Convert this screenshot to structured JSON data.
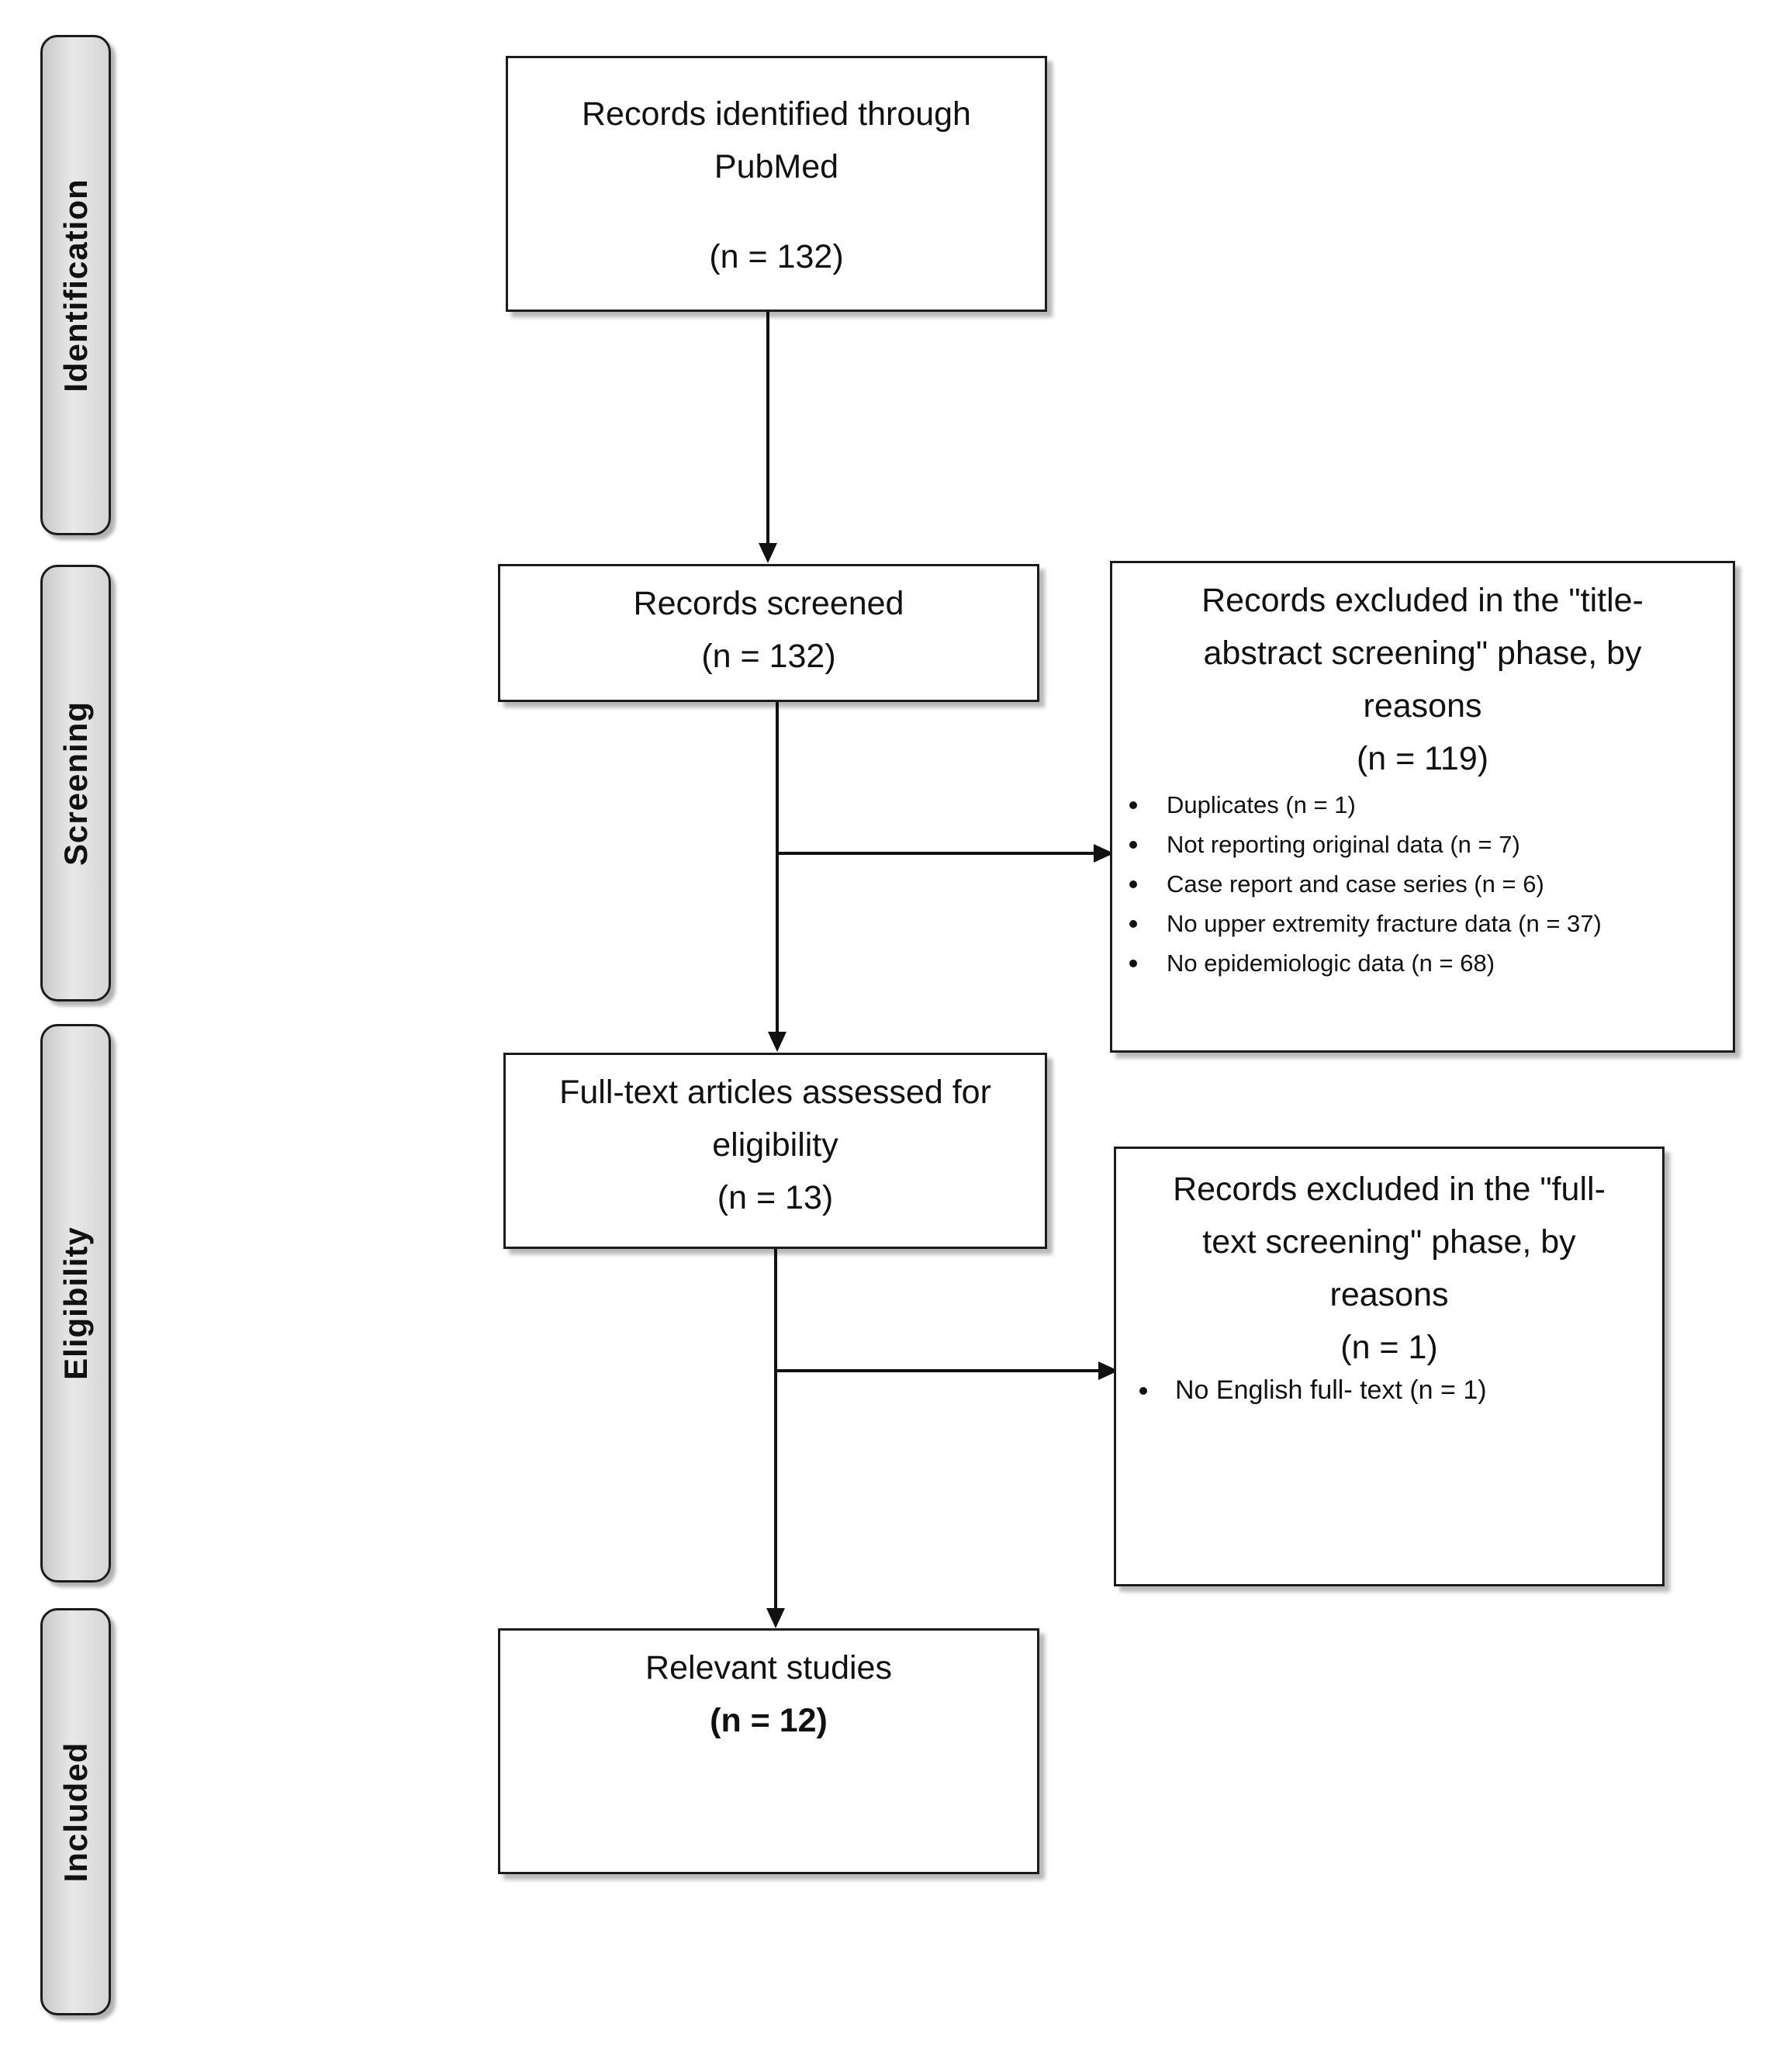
{
  "phases": {
    "identification": "Identification",
    "screening": "Screening",
    "eligibility": "Eligibility",
    "included": "Included"
  },
  "boxes": {
    "identified": {
      "line1": "Records identified through",
      "line2": "PubMed",
      "count": "(n = 132)"
    },
    "screened": {
      "line1": "Records screened",
      "count": "(n = 132)"
    },
    "excluded_title_abstract": {
      "line1": "Records excluded in the \"title-",
      "line2": "abstract screening\" phase, by",
      "line3": "reasons",
      "count": "(n = 119)",
      "reasons": [
        "Duplicates (n = 1)",
        "Not reporting original data (n = 7)",
        "Case report and case series (n = 6)",
        "No upper extremity fracture data (n = 37)",
        "No epidemiologic data (n = 68)"
      ]
    },
    "fulltext_assessed": {
      "line1": "Full-text articles assessed for",
      "line2": "eligibility",
      "count": "(n = 13)"
    },
    "excluded_full_text": {
      "line1": "Records excluded in the \"full-",
      "line2": "text screening\" phase, by",
      "line3": "reasons",
      "count": "(n = 1)",
      "reasons": [
        "No English full- text (n = 1)"
      ]
    },
    "included": {
      "line1": "Relevant studies",
      "count": "(n = 12)"
    }
  }
}
